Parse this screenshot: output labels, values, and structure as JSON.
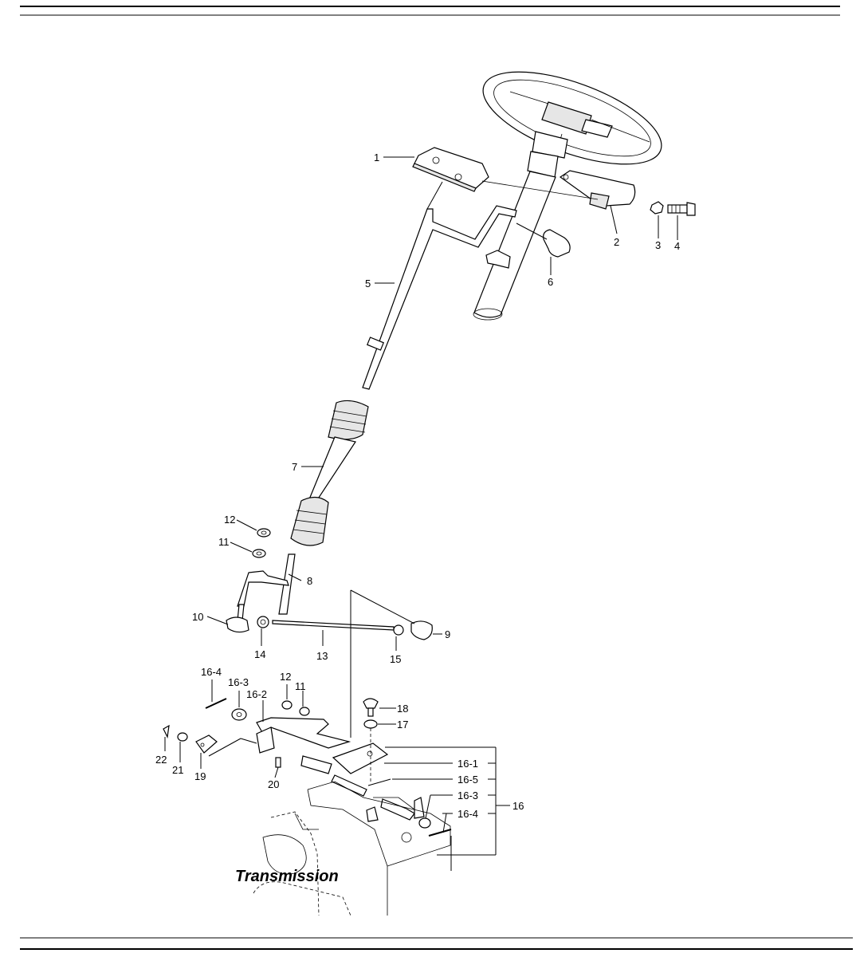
{
  "caption": "Transmission",
  "callouts": [
    {
      "id": "c1",
      "text": "1"
    },
    {
      "id": "c2",
      "text": "2"
    },
    {
      "id": "c3",
      "text": "3"
    },
    {
      "id": "c4",
      "text": "4"
    },
    {
      "id": "c5",
      "text": "5"
    },
    {
      "id": "c6",
      "text": "6"
    },
    {
      "id": "c7",
      "text": "7"
    },
    {
      "id": "c8",
      "text": "8"
    },
    {
      "id": "c9",
      "text": "9"
    },
    {
      "id": "c10",
      "text": "10"
    },
    {
      "id": "c11a",
      "text": "11"
    },
    {
      "id": "c12a",
      "text": "12"
    },
    {
      "id": "c13",
      "text": "13"
    },
    {
      "id": "c14",
      "text": "14"
    },
    {
      "id": "c15",
      "text": "15"
    },
    {
      "id": "c164a",
      "text": "16-4"
    },
    {
      "id": "c163a",
      "text": "16-3"
    },
    {
      "id": "c162",
      "text": "16-2"
    },
    {
      "id": "c12b",
      "text": "12"
    },
    {
      "id": "c11b",
      "text": "11"
    },
    {
      "id": "c18",
      "text": "18"
    },
    {
      "id": "c17",
      "text": "17"
    },
    {
      "id": "c161",
      "text": "16-1"
    },
    {
      "id": "c165",
      "text": "16-5"
    },
    {
      "id": "c163b",
      "text": "16-3"
    },
    {
      "id": "c164b",
      "text": "16-4"
    },
    {
      "id": "c16",
      "text": "16"
    },
    {
      "id": "c22",
      "text": "22"
    },
    {
      "id": "c21",
      "text": "21"
    },
    {
      "id": "c19",
      "text": "19"
    },
    {
      "id": "c20",
      "text": "20"
    }
  ]
}
